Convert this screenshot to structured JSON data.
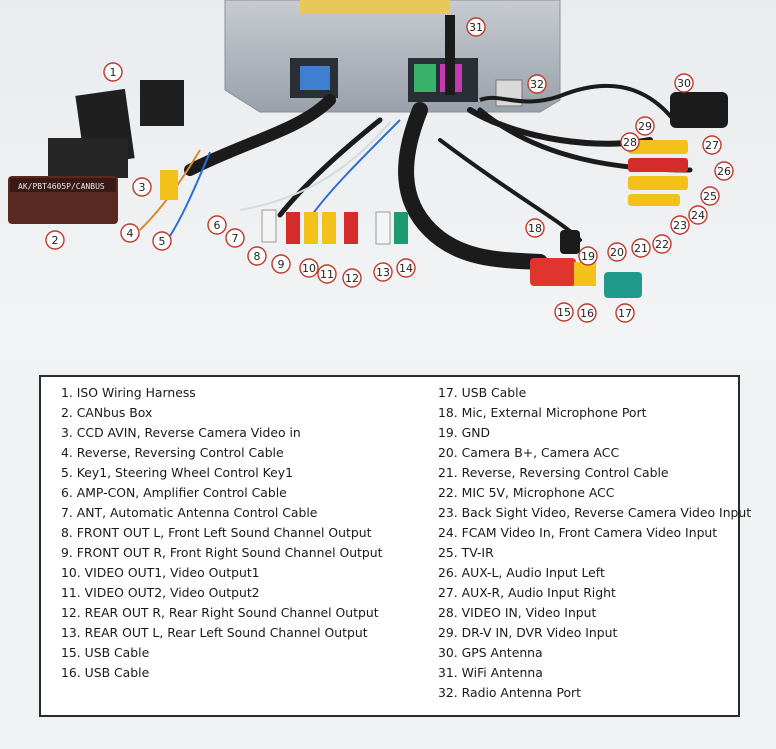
{
  "device": {
    "harness_label": "AK/PBT4605P/CANBUS"
  },
  "callouts": [
    "1",
    "2",
    "3",
    "4",
    "5",
    "6",
    "7",
    "8",
    "9",
    "10",
    "11",
    "12",
    "13",
    "14",
    "15",
    "16",
    "17",
    "18",
    "19",
    "20",
    "21",
    "22",
    "23",
    "24",
    "25",
    "26",
    "27",
    "28",
    "29",
    "30",
    "31",
    "32"
  ],
  "legend": {
    "left": [
      "1. ISO Wiring Harness",
      "2. CANbus Box",
      "3. CCD AVIN, Reverse Camera Video in",
      "4. Reverse, Reversing Control Cable",
      "5. Key1, Steering Wheel Control Key1",
      "6. AMP-CON, Amplifier Control Cable",
      "7. ANT, Automatic Antenna Control Cable",
      "8. FRONT OUT L, Front Left Sound Channel Output",
      "9. FRONT OUT R, Front Right Sound Channel Output",
      "10. VIDEO OUT1, Video Output1",
      "11. VIDEO OUT2, Video Output2",
      "12. REAR OUT R, Rear Right Sound Channel Output",
      "13. REAR OUT L, Rear Left Sound Channel Output",
      "15. USB Cable",
      "16. USB Cable"
    ],
    "right": [
      "17. USB Cable",
      "18. Mic, External Microphone Port",
      "19. GND",
      "20. Camera B+, Camera ACC",
      "21. Reverse, Reversing Control Cable",
      "22. MIC 5V, Microphone ACC",
      "23. Back Sight Video, Reverse Camera Video Input",
      "24. FCAM Video In, Front Camera Video Input",
      "25. TV-IR",
      "26. AUX-L, Audio Input Left",
      "27. AUX-R, Audio Input Right",
      "28. VIDEO IN, Video Input",
      "29. DR-V IN, DVR Video Input",
      "30. GPS Antenna",
      "31. WiFi Antenna",
      "32. Radio Antenna Port"
    ]
  },
  "colors": {
    "rca_red": "#d62b2b",
    "rca_white": "#f4f4f4",
    "rca_yellow": "#f2c21b",
    "rca_green": "#1f9a6e",
    "usb_red": "#e0352e",
    "usb_green": "#1f9a8a",
    "cable_black": "#1b1b1b",
    "callout_stroke": "#c0392b"
  }
}
